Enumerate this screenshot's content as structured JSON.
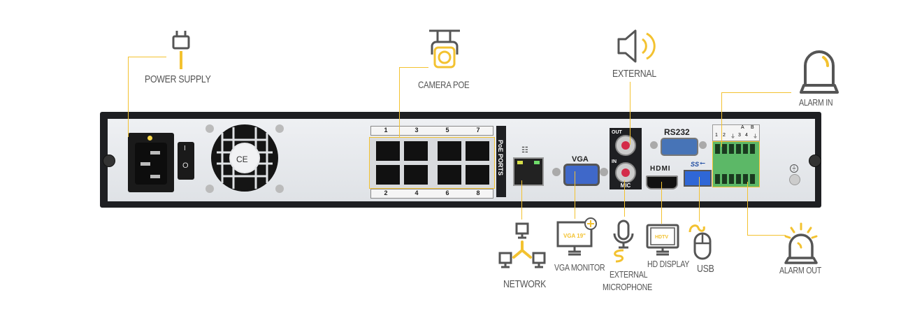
{
  "title": "NVR rear panel connection diagram",
  "accent_color": "#f3c230",
  "icon_color": "#555555",
  "callouts": {
    "power_supply": {
      "label": "POWER SUPPLY",
      "icon": "power-plug-icon"
    },
    "camera_poe": {
      "label": "CAMERA POE",
      "icon": "security-camera-icon"
    },
    "external_speaker": {
      "label": "EXTERNAL",
      "icon": "speaker-icon"
    },
    "alarm_in": {
      "label": "ALARM IN",
      "icon": "alarm-beacon-icon"
    },
    "network": {
      "label": "NETWORK",
      "icon": "network-icon"
    },
    "vga_monitor": {
      "label": "VGA MONITOR",
      "icon": "monitor-icon",
      "screen_text": "VGA 19\""
    },
    "external_microphone": {
      "label_line1": "EXTERNAL",
      "label_line2": "MICROPHONE",
      "icon": "microphone-icon"
    },
    "hd_display": {
      "label": "HD DISPLAY",
      "icon": "tv-icon",
      "screen_text": "HDTV"
    },
    "usb": {
      "label": "USB",
      "icon": "mouse-icon"
    },
    "alarm_out": {
      "label": "ALARM OUT",
      "icon": "alarm-beacon-flashing-icon"
    }
  },
  "device": {
    "poe_ports_label": "PoE PORTS",
    "poe_top_numbers": [
      "1",
      "3",
      "5",
      "7"
    ],
    "poe_bottom_numbers": [
      "2",
      "4",
      "6",
      "8"
    ],
    "vga_label": "VGA",
    "rs232_label": "RS232",
    "hdmi_label": "HDMI",
    "usb_label": "SS",
    "audio_out_label": "OUT",
    "audio_in_label": "IN",
    "mic_label": "MIC",
    "terminal_top_labels": [
      "A",
      "B"
    ],
    "terminal_numbers": [
      "1",
      "2",
      "⏚",
      "3",
      "4",
      "⏚"
    ],
    "switch_on": "I",
    "switch_off": "O"
  }
}
